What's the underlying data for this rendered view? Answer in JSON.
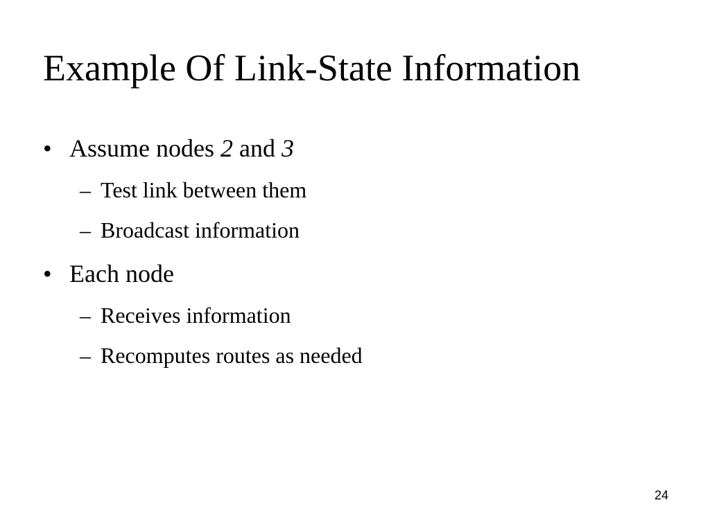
{
  "slide": {
    "title": "Example Of Link-State Information",
    "bullets": [
      {
        "marker": "•",
        "parts": [
          "Assume nodes ",
          "2",
          " and ",
          "3"
        ],
        "subitems": [
          {
            "marker": "–",
            "text": "Test link between them"
          },
          {
            "marker": "–",
            "text": "Broadcast information"
          }
        ]
      },
      {
        "marker": "•",
        "parts": [
          "Each node"
        ],
        "subitems": [
          {
            "marker": "–",
            "text": "Receives information"
          },
          {
            "marker": "–",
            "text": "Recomputes routes as needed"
          }
        ]
      }
    ],
    "page_number": "24"
  }
}
